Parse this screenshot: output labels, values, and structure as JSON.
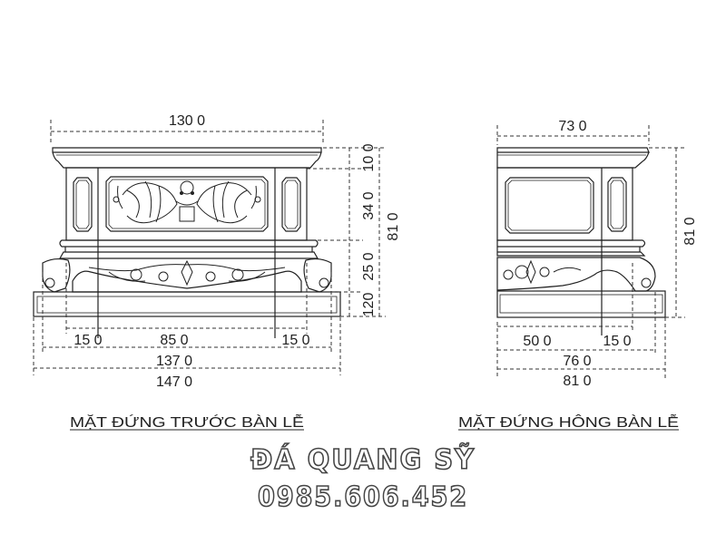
{
  "front_view": {
    "title": "MẶT ĐỨNG TRƯỚC BÀN LỄ",
    "dims": {
      "top_width": "130 0",
      "top_height": "10 0",
      "body_height": "34 0",
      "apron_height": "25 0",
      "base_height": "120",
      "total_height": "81 0",
      "left_leg": "15 0",
      "center": "85 0",
      "right_leg": "15 0",
      "apron_width": "137 0",
      "base_width": "147 0"
    }
  },
  "side_view": {
    "title": "MẶT ĐỨNG HÔNG BÀN LỄ",
    "dims": {
      "top_width": "73 0",
      "total_height": "81 0",
      "panel": "50 0",
      "leg": "15 0",
      "apron_width": "76 0",
      "base_width": "81 0"
    }
  },
  "brand": {
    "name": "ĐÁ QUANG SỸ",
    "phone": "0985.606.452"
  }
}
